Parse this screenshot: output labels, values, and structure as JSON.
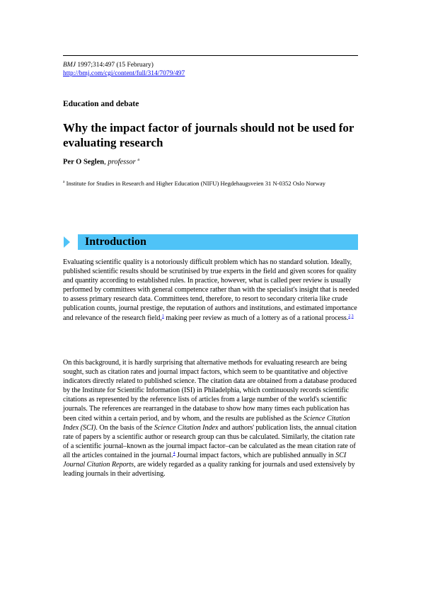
{
  "citation": {
    "journal": "BMJ",
    "details": " 1997;314:497 (15 February)",
    "url": "http://bmj.com/cgi/content/full/314/7079/497"
  },
  "section_label": "Education and debate",
  "title": "Why the impact factor of journals should not be used for evaluating research",
  "author": {
    "name": "Per O Seglen",
    "sep": ", ",
    "role": "professor",
    "mark": "a"
  },
  "affiliation": {
    "mark": "a",
    "text": " Institute for Studies in Research and Higher Education (NIFU) Hegdehaugsveien 31 N-0352 Oslo Norway"
  },
  "heading": "Introduction",
  "p1": {
    "t1": "Evaluating scientific quality is a notoriously difficult problem which has no standard solution. Ideally, published scientific results should be scrutinised by true experts in the field and given scores for quality and quantity according to established rules. In practice, however, what is called peer review is usually performed by committees with general competence rather than with the specialist's insight that is needed to assess primary research data. Committees tend, therefore, to resort to secondary criteria like crude publication counts, journal prestige, the reputation of authors and institutions, and estimated importance and relevance of the research field,",
    "ref1": "1",
    "t2": " making peer review as much of a lottery as of a rational process.",
    "ref2": "2",
    "ref3": "3"
  },
  "p2": {
    "t1": "On this background, it is hardly surprising that alternative methods for evaluating research are being sought, such as citation rates and journal impact factors, which seem to be quantitative and objective indicators directly related to published science. The citation data are obtained from a database produced by the Institute for Scientific Information (ISI) in Philadelphia, which continuously records scientific citations as represented by the reference lists of articles from a large number of the world's scientific journals. The references are rearranged in the database to show how many times each publication has been cited within a certain period, and by whom, and the results are published as the ",
    "i1": "Science Citation Index (SCI)",
    "t2": ". On the basis of the ",
    "i2": "Science Citation Index",
    "t3": " and authors' publication lists, the annual citation rate of papers by a scientific author or research group can thus be calculated. Similarly, the citation rate of a scientific journal–known as the journal impact factor–can be calculated as the mean citation rate of all the articles contained in the journal.",
    "ref4": "4",
    "t4": " Journal impact factors, which are published annually in ",
    "i3": "SCI Journal Citation Reports",
    "t5": ", are widely regarded as a quality ranking for journals and used extensively by leading journals in their advertising."
  }
}
